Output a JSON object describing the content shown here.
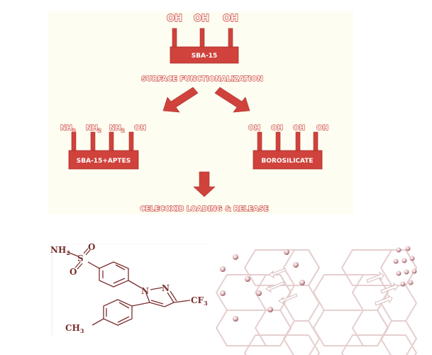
{
  "colors": {
    "panel_bg": "#fefdf2",
    "accent_red": "#d0423c",
    "accent_dark": "#a8302b",
    "molecule": "#7a2e2e",
    "mesopore_line": "#e6cfcf",
    "particle": "#b9777c"
  },
  "top": {
    "groups": [
      "OH",
      "OH",
      "OH"
    ],
    "box_label": "SBA-15"
  },
  "step1_label": "SURFACE FUNCTIONALIZATION",
  "left_branch": {
    "groups": [
      "NH2",
      "NH2",
      "NH2",
      "OH"
    ],
    "box_label": "SBA-15+APTES"
  },
  "right_branch": {
    "groups": [
      "OH",
      "OH",
      "OH",
      "OH"
    ],
    "box_label": "BOROSILICATE"
  },
  "step2_label": "CELECOXIB LOADING & RELEASE",
  "molecule": {
    "name": "celecoxib",
    "labels": {
      "nh2": "NH",
      "nh2_sub": "2",
      "s": "S",
      "o1": "O",
      "o2": "O",
      "n1": "N",
      "n2": "N",
      "cf3": "CF",
      "cf3_sub": "3",
      "ch3": "CH",
      "ch3_sub": "3"
    }
  },
  "panels": {
    "loading": "drug-loading-into-mesopores",
    "release": "drug-release-from-mesopores"
  }
}
